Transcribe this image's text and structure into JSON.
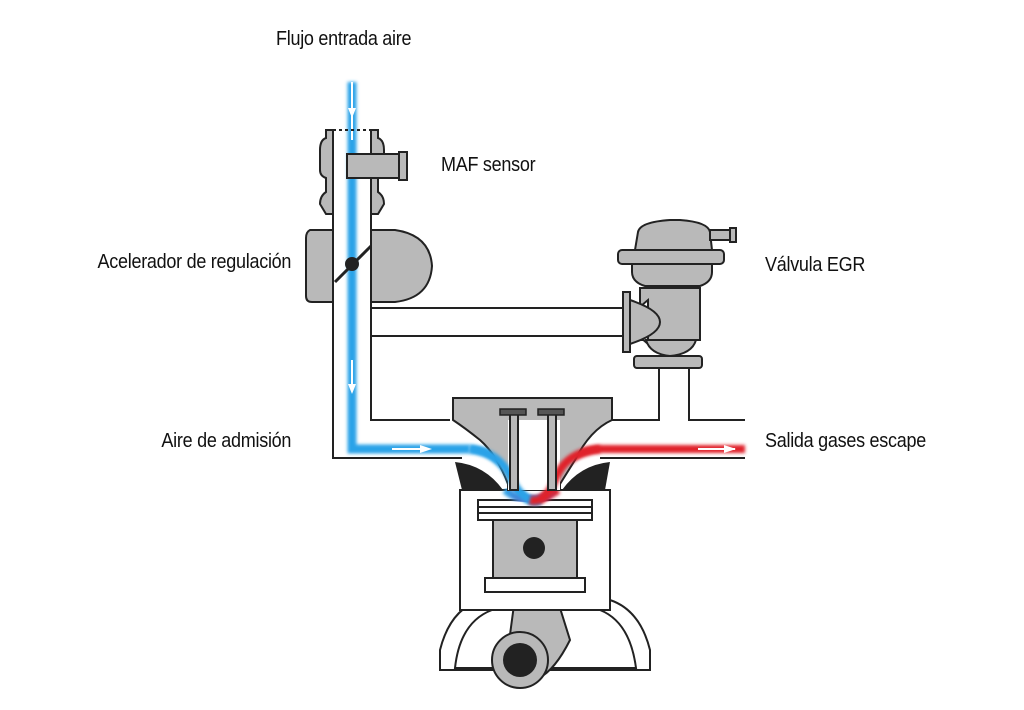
{
  "labels": {
    "flujo_entrada_aire": "Flujo entrada aire",
    "maf_sensor": "MAF sensor",
    "acelerador": "Acelerador de regulación",
    "valvula_egr": "Válvula EGR",
    "aire_admision": "Aire de admisión",
    "salida_gases": "Salida gases escape"
  },
  "colors": {
    "intake_air": "#2aa3e8",
    "exhaust_gas": "#e0202c",
    "component_fill": "#b9b9b9",
    "outline": "#222222"
  }
}
